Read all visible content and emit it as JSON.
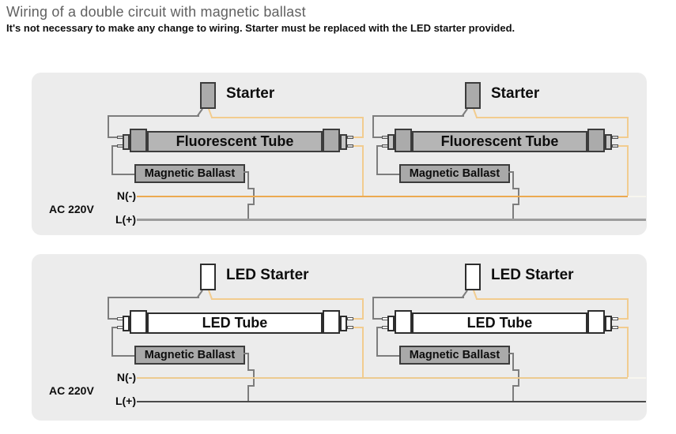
{
  "header": {
    "title": "Wiring of a double circuit with magnetic ballast",
    "subtitle": "It's not necessary to make any change to wiring. Starter must be replaced with the LED starter provided."
  },
  "diagram": {
    "panels": [
      {
        "name": "existing-magnetic-ballast-wiring",
        "supply_label": "AC 220V",
        "neutral_label": "N(-)",
        "live_label": "L(+)",
        "circuits": [
          {
            "starter_label": "Starter",
            "tube_label": "Fluorescent Tube",
            "ballast_label": "Magnetic Ballast"
          },
          {
            "starter_label": "Starter",
            "tube_label": "Fluorescent Tube",
            "ballast_label": "Magnetic Ballast"
          }
        ]
      },
      {
        "name": "led-retrofit-wiring",
        "supply_label": "AC 220V",
        "neutral_label": "N(-)",
        "live_label": "L(+)",
        "circuits": [
          {
            "starter_label": "LED Starter",
            "tube_label": "LED Tube",
            "ballast_label": "Magnetic Ballast"
          },
          {
            "starter_label": "LED Starter",
            "tube_label": "LED Tube",
            "ballast_label": "Magnetic Ballast"
          }
        ]
      }
    ],
    "colors": {
      "panel_background": "#ececec",
      "wire_gray": "#7d7d7d",
      "wire_orange": "#f2cc8f",
      "neutral_line_top": "#eca950",
      "neutral_line_bottom": "#ecca90",
      "live_line_top": "#9c9c9c",
      "live_line_bottom": "#4a4a4a",
      "component_gray": "#ababab",
      "component_white": "#ffffff"
    }
  }
}
